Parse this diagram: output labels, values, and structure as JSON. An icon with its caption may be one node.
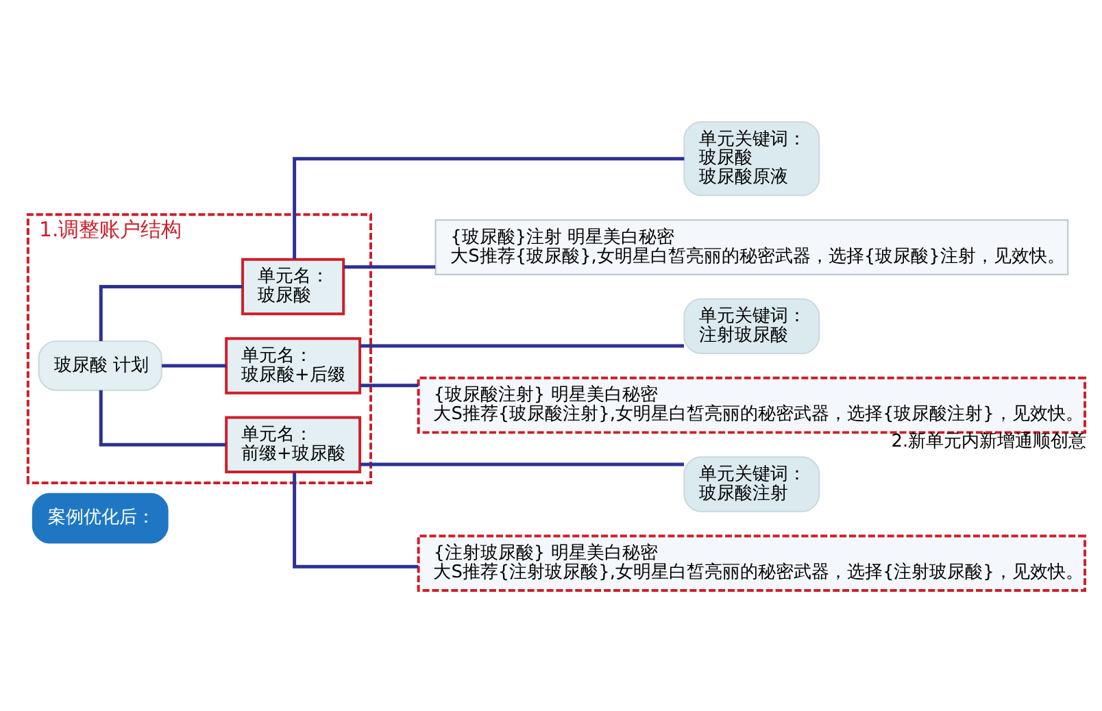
{
  "diagram": {
    "nodes": [
      {
        "text": [
          "案例优化后："
        ]
      },
      {
        "text": [
          "1.调整账户结构"
        ]
      },
      {
        "text": [
          "玻尿酸 计划"
        ],
        "in": 1
      },
      {
        "text": [
          "单元名：",
          "玻尿酸"
        ],
        "in": 1
      },
      {
        "text": [
          "单元名：",
          "玻尿酸+后缀"
        ],
        "in": 1
      },
      {
        "text": [
          "单元名：",
          "前缀+玻尿酸"
        ],
        "in": 1
      },
      {
        "text": [
          "单元关键词：",
          "玻尿酸",
          "玻尿酸原液"
        ]
      },
      {
        "text": [
          "{玻尿酸}注射 明星美白秘密",
          "大S推荐{玻尿酸},女明星白皙亮丽的秘密武器，选择{玻尿酸}注射，见效快。"
        ]
      },
      {
        "text": [
          "单元关键词：",
          "注射玻尿酸"
        ]
      },
      {
        "text": [
          "{玻尿酸注射} 明星美白秘密",
          "大S推荐{玻尿酸注射},女明星白皙亮丽的秘密武器，选择{玻尿酸注射}，见效快。"
        ],
        "beside": [
          "2.新单元内新增通顺创意"
        ]
      },
      {
        "text": [
          "单元关键词：",
          "玻尿酸注射"
        ]
      },
      {
        "text": [
          "{注射玻尿酸} 明星美白秘密",
          "大S推荐{注射玻尿酸},女明星白皙亮丽的秘密武器，选择{注射玻尿酸}，见效快。"
        ]
      }
    ],
    "edges": [
      {
        "from": 2,
        "to": 3,
        "arrow": "none"
      },
      {
        "from": 2,
        "to": 4,
        "arrow": "none"
      },
      {
        "from": 2,
        "to": 5,
        "arrow": "none"
      },
      {
        "from": 3,
        "to": 6,
        "arrow": "none"
      },
      {
        "from": 3,
        "to": 7,
        "arrow": "none"
      },
      {
        "from": 4,
        "to": 8,
        "arrow": "none"
      },
      {
        "from": 4,
        "to": 9,
        "arrow": "none"
      },
      {
        "from": 5,
        "to": 10,
        "arrow": "none"
      },
      {
        "from": 5,
        "to": 11,
        "arrow": "none"
      }
    ]
  }
}
